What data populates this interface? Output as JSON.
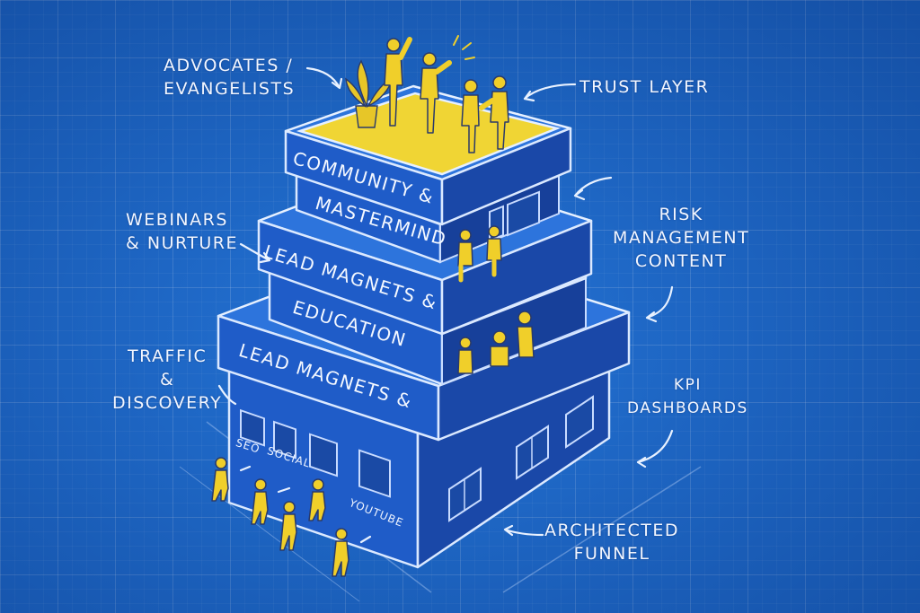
{
  "tiers": [
    {
      "id": "top",
      "line1": "COMMUNITY &",
      "line2": "MASTERMIND"
    },
    {
      "id": "middle",
      "line1": "LEAD MAGNETS &",
      "line2": "EDUCATION"
    },
    {
      "id": "base",
      "line1": "LEAD MAGNETS &",
      "line2": ""
    }
  ],
  "channels": [
    "SEO",
    "SOCIAL",
    "YOUTUBE"
  ],
  "annotations": {
    "advocates": "ADVOCATES /\nEVANGELISTS",
    "trust_layer": "TRUST LAYER",
    "webinars": "WEBINARS\n& NURTURE",
    "risk": "RISK\nMANAGEMENT\nCONTENT",
    "traffic": "TRAFFIC\n&\nDISCOVERY",
    "kpi": "KPI\nDASHBOARDS",
    "funnel": "ARCHITECTED\nFUNNEL"
  },
  "colors": {
    "background": "#1f6fd2",
    "building": "#1f5cc8",
    "figures": "#f0cf2a",
    "lines": "#dbe9ff"
  },
  "icons": [
    "person-figure",
    "potted-plant",
    "arrow"
  ]
}
